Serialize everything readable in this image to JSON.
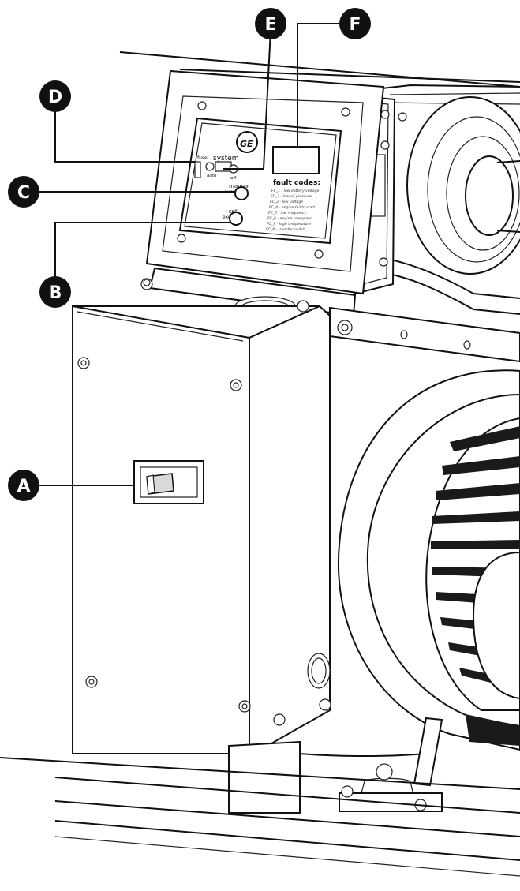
{
  "callouts": [
    {
      "id": "A",
      "label": "A"
    },
    {
      "id": "B",
      "label": "B"
    },
    {
      "id": "C",
      "label": "C"
    },
    {
      "id": "D",
      "label": "D"
    },
    {
      "id": "E",
      "label": "E"
    },
    {
      "id": "F",
      "label": "F"
    }
  ],
  "panel": {
    "logo": "GE",
    "fuse_label": "fuse",
    "system_label": "system",
    "auto_label": "auto",
    "off_label": "off",
    "manual_label": "manual",
    "manual_sub_label": "override",
    "set_label": "set",
    "set_sub_label": "exercise",
    "fault_title": "fault codes:",
    "fault_codes": [
      "FC_1 - low battery voltage",
      "FC_2 - low oil pressure",
      "FC_3 - low voltage",
      "FC_4 - engine fail to start",
      "FC_5 - low frequency",
      "FC_6 - engine overspeed",
      "FC_7 - high temperature",
      "FC_8 - transfer switch"
    ]
  }
}
